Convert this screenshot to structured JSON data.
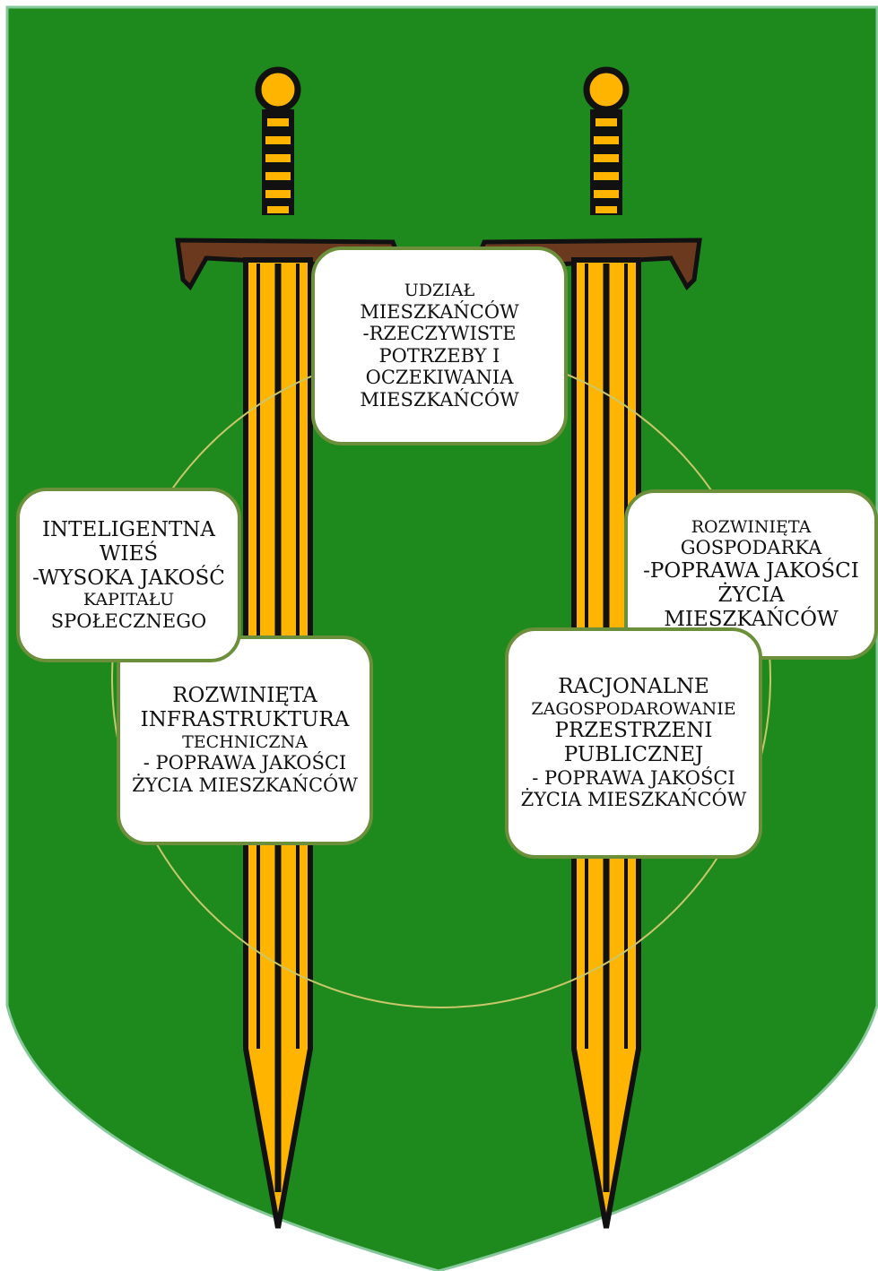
{
  "colors": {
    "field": "#1e8a1e",
    "field_edge": "#86c89a",
    "sword_gold": "#ffb400",
    "sword_outline": "#111111",
    "crossguard": "#6b3a1e",
    "node_border": "#6b8f3a",
    "ring": "#c9c76a"
  },
  "nodes": [
    {
      "id": "top",
      "lines": [
        "UDZIAŁ",
        "MIESZKAŃCÓW",
        "-RZECZYWISTE",
        "POTRZEBY I",
        "OCZEKIWANIA",
        "MIESZKAŃCÓW"
      ]
    },
    {
      "id": "right",
      "lines": [
        "ROZWINIĘTA",
        "GOSPODARKA",
        "-POPRAWA JAKOŚCI",
        "ŻYCIA",
        "MIESZKAŃCÓW"
      ]
    },
    {
      "id": "bottom-right",
      "lines": [
        "RACJONALNE",
        "ZAGOSPODAROWANIE",
        "PRZESTRZENI",
        "PUBLICZNEJ",
        "- POPRAWA JAKOŚCI",
        "ŻYCIA MIESZKAŃCÓW"
      ]
    },
    {
      "id": "bottom-left",
      "lines": [
        "ROZWINIĘTA",
        "INFRASTRUKTURA",
        "TECHNICZNA",
        "- POPRAWA JAKOŚCI",
        "ŻYCIA MIESZKAŃCÓW"
      ]
    },
    {
      "id": "left",
      "lines": [
        "INTELIGENTNA",
        "WIEŚ",
        "-WYSOKA JAKOŚĆ",
        "KAPITAŁU",
        "SPOŁECZNEGO"
      ]
    }
  ]
}
